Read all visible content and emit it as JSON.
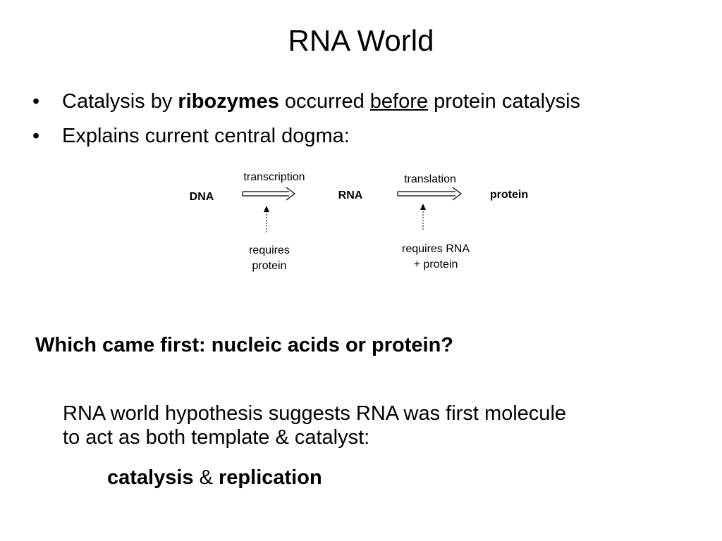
{
  "slide": {
    "title": "RNA World",
    "bullets": [
      {
        "prefix": "Catalysis by ",
        "bold": "ribozymes",
        "middle": " occurred ",
        "underlined": "before",
        "suffix": " protein catalysis"
      },
      {
        "text": "Explains current central dogma:"
      }
    ],
    "bullet_glyph": "•",
    "diagram": {
      "dna": "DNA",
      "rna": "RNA",
      "protein": "protein",
      "transcription": "transcription",
      "translation": "translation",
      "req1_line1": "requires",
      "req1_line2": "protein",
      "req2_line1": "requires RNA",
      "req2_line2": "+ protein"
    },
    "question": "Which came first: nucleic acids or protein?",
    "paragraph": {
      "line1": "RNA world hypothesis suggests RNA was first molecule",
      "line2": "to act as both template & catalyst:"
    },
    "final": {
      "word1": "catalysis",
      "amp": " & ",
      "word2": "replication"
    }
  }
}
